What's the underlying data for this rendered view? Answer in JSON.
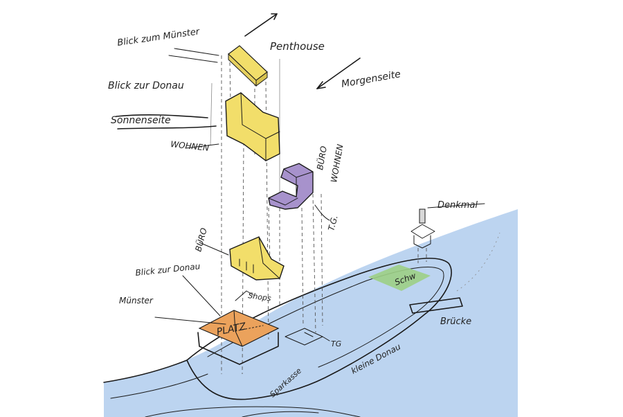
{
  "colors": {
    "water": "#bcd4f0",
    "penthouse": "#f2de6a",
    "wohnen": "#f2de6a",
    "buero_wohnen": "#a792cc",
    "buero": "#f2de6a",
    "platz": "#eba25c",
    "green_area": "#9ccf85",
    "ink": "#1a1a1a"
  },
  "labels": {
    "blick_muenster_top": "Blick zum Münster",
    "penthouse": "Penthouse",
    "morgenseite": "Morgenseite",
    "blick_donau": "Blick zur Donau",
    "sonnenseite": "Sonnenseite",
    "wohnen": "WOHNEN",
    "buero_wohnen_1": "BÜRO",
    "buero_wohnen_2": "WOHNEN",
    "tg_upper": "T.G.",
    "denkmal": "Denkmal",
    "buero": "BÜRO",
    "blick_donau_lower": "Blick zur Donau",
    "muenster_lower": "Münster",
    "shops": "Shops",
    "platz": "PLATZ",
    "schw": "Schw",
    "bruecke": "Brücke",
    "kleine_donau": "kleine Donau",
    "sparkasse": "Sparkasse",
    "tg_lower": "TG"
  }
}
